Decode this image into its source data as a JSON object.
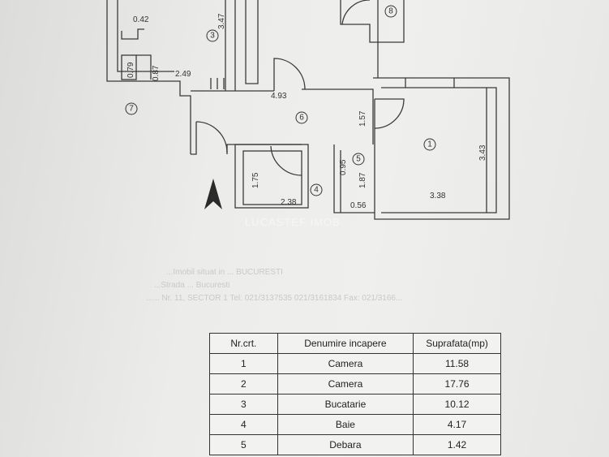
{
  "plan": {
    "watermark": "LUCASTEF IMOB",
    "dimensions": {
      "d_042": "0.42",
      "d_347": "3.47",
      "d_079": "0.79",
      "d_087": "0.87",
      "d_249": "2.49",
      "d_493": "4.93",
      "d_157": "1.57",
      "d_343": "3.43",
      "d_095": "0.95",
      "d_187": "1.87",
      "d_056": "0.56",
      "d_338": "3.38",
      "d_175": "1.75",
      "d_238": "2.38"
    },
    "room_markers": [
      "1",
      "3",
      "4",
      "5",
      "6",
      "7",
      "8"
    ],
    "faded_lines": [
      "...Imobil situat in ... BUCURESTI",
      "...Strada ... Bucuresti",
      "...... Nr. 11, SECTOR 1 Tel: 021/3137535 021/3161834 Fax: 021/3166..."
    ]
  },
  "table": {
    "headers": [
      "Nr.crt.",
      "Denumire incapere",
      "Suprafata(mp)"
    ],
    "rows": [
      [
        "1",
        "Camera",
        "11.58"
      ],
      [
        "2",
        "Camera",
        "17.76"
      ],
      [
        "3",
        "Bucatarie",
        "10.12"
      ],
      [
        "4",
        "Baie",
        "4.17"
      ],
      [
        "5",
        "Debara",
        "1.42"
      ]
    ]
  }
}
